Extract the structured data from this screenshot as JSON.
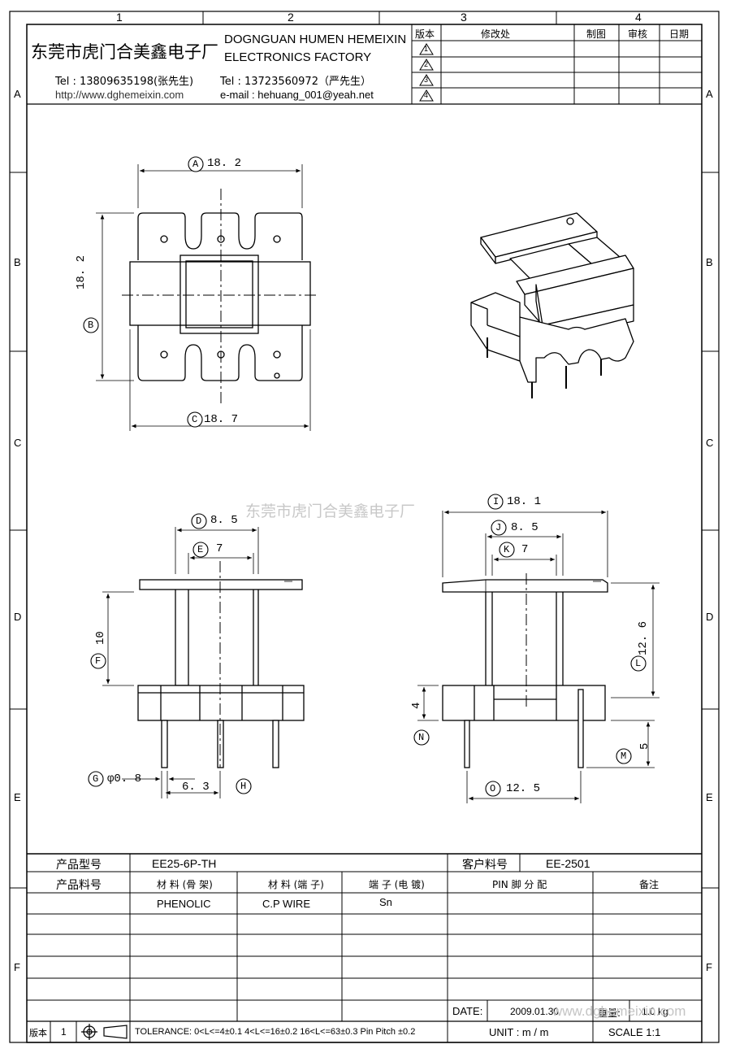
{
  "grid": {
    "columns": [
      "1",
      "2",
      "3",
      "4"
    ],
    "rows": [
      "A",
      "B",
      "C",
      "D",
      "E",
      "F"
    ]
  },
  "company": {
    "name_cn": "东莞市虎门合美鑫电子厂",
    "name_en_line1": "DOGNGUAN HUMEN HEMEIXIN",
    "name_en_line2": "ELECTRONICS FACTORY",
    "tel1": "Tel : 13809635198(张先生)",
    "url": "http://www.dghemeixin.com",
    "tel2": "Tel : 13723560972（严先生）",
    "email": "e-mail : hehuang_001@yeah.net"
  },
  "revision_table": {
    "headers": [
      "版本",
      "修改处",
      "制图",
      "审核",
      "日期"
    ],
    "revisions": [
      "1",
      "2",
      "3",
      "4"
    ]
  },
  "dimensions": {
    "A": {
      "tag": "A",
      "value": "18. 2"
    },
    "B": {
      "tag": "B",
      "value": "18. 2"
    },
    "C": {
      "tag": "C",
      "value": "18. 7"
    },
    "D": {
      "tag": "D",
      "value": "8. 5"
    },
    "E": {
      "tag": "E",
      "value": "7"
    },
    "F": {
      "tag": "F",
      "value": "10"
    },
    "G": {
      "tag": "G",
      "value": "φ0. 8"
    },
    "G2": {
      "value": "6. 3"
    },
    "H": {
      "tag": "H"
    },
    "I": {
      "tag": "I",
      "value": "18. 1"
    },
    "J": {
      "tag": "J",
      "value": "8. 5"
    },
    "K": {
      "tag": "K",
      "value": "7"
    },
    "L": {
      "tag": "L",
      "value": "12. 6"
    },
    "M": {
      "tag": "M",
      "value": "5"
    },
    "N": {
      "tag": "N",
      "value": "4"
    },
    "O": {
      "tag": "O",
      "value": "12. 5"
    }
  },
  "watermark": "东莞市虎门合美鑫电子厂",
  "spec_table": {
    "model_label": "产品型号",
    "model_value": "EE25-6P-TH",
    "customer_pn_label": "客户料号",
    "customer_pn_value": "EE-2501",
    "part_no_label": "产品料号",
    "col_material_bobbin": "材 料 (骨 架)",
    "col_material_pin": "材 料 (端 子)",
    "col_pin_plating": "端 子 (电 镀)",
    "col_pin_assign": "PIN 脚 分 配",
    "col_remark": "备注",
    "material_bobbin": "PHENOLIC",
    "material_pin": "C.P WIRE",
    "pin_plating": "Sn",
    "date_label": "DATE:",
    "date_value": "2009.01.30",
    "weight_label": "重量:",
    "weight_value": "1.0 kg",
    "footer_watermark": "www.dghemeixin.com",
    "version_label": "版本",
    "version_value": "1",
    "tolerance": "TOLERANCE:  0<L<=4±0.1  4<L<=16±0.2  16<L<=63±0.3  Pin Pitch  ±0.2",
    "unit": "UNIT  :  m / m",
    "scale": "SCALE   1:1"
  }
}
